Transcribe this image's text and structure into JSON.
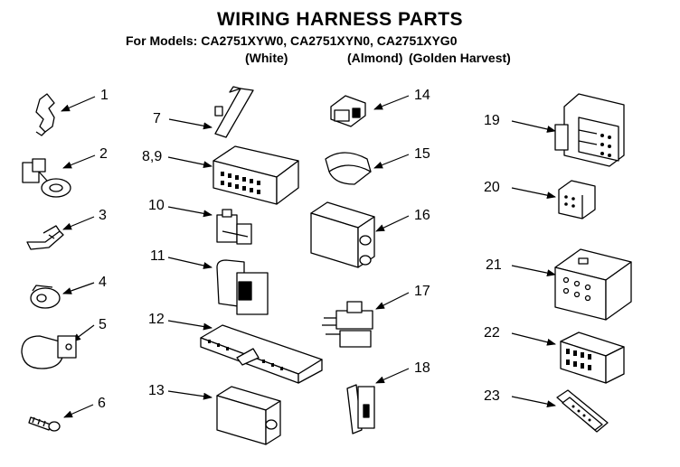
{
  "header": {
    "title": "WIRING HARNESS PARTS",
    "models_line": "For Models: CA2751XYW0,  CA2751XYN0, CA2751XYG0",
    "variants": [
      "(White)",
      "(Almond)",
      "(Golden Harvest)"
    ]
  },
  "callouts": [
    "1",
    "2",
    "3",
    "4",
    "5",
    "6",
    "7",
    "8,9",
    "10",
    "11",
    "12",
    "13",
    "14",
    "15",
    "16",
    "17",
    "18",
    "19",
    "20",
    "21",
    "22",
    "23"
  ]
}
